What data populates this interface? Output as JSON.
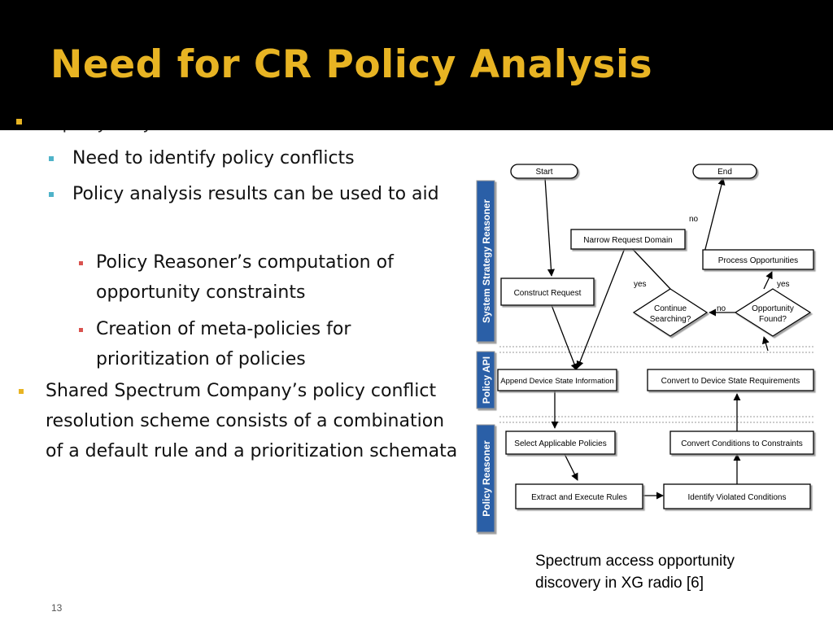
{
  "slide": {
    "title": "Need for CR Policy Analysis",
    "number": "13"
  },
  "bullets": {
    "l2_1": "Need to identify policy conflicts",
    "l2_2": "Policy analysis results can be used to aid",
    "l3_1": "Policy Reasoner’s computation of opportunity constraints",
    "l3_2": "Creation of meta-policies for prioritization of policies",
    "l1_2": "Shared Spectrum Company’s policy conflict resolution scheme consists of a combination of a default rule and a prioritization schemata"
  },
  "diagram": {
    "lanes": [
      "System Strategy Reasoner",
      "Policy API",
      "Policy Reasoner"
    ],
    "nodes": {
      "start": "Start",
      "end": "End",
      "narrow": "Narrow Request Domain",
      "process": "Process Opportunities",
      "construct": "Construct Request",
      "continue_line1": "Continue",
      "continue_line2": "Searching?",
      "found_line1": "Opportunity",
      "found_line2": "Found?",
      "append": "Append Device State Information",
      "convert_state": "Convert to Device State Requirements",
      "select": "Select Applicable Policies",
      "convert_cond": "Convert Conditions to Constraints",
      "extract": "Extract and Execute Rules",
      "identify": "Identify Violated Conditions"
    },
    "edge_labels": {
      "no_top": "no",
      "yes_left": "yes",
      "no_mid": "no",
      "yes_right": "yes"
    },
    "caption_line1": "Spectrum access opportunity",
    "caption_line2": "discovery in XG radio [6]"
  },
  "colors": {
    "title": "#e8b423",
    "lane_fill": "#2b5ea7",
    "bullet_l1": "#e8b423",
    "bullet_l2": "#4fb3c9",
    "bullet_l3": "#d9534f"
  }
}
